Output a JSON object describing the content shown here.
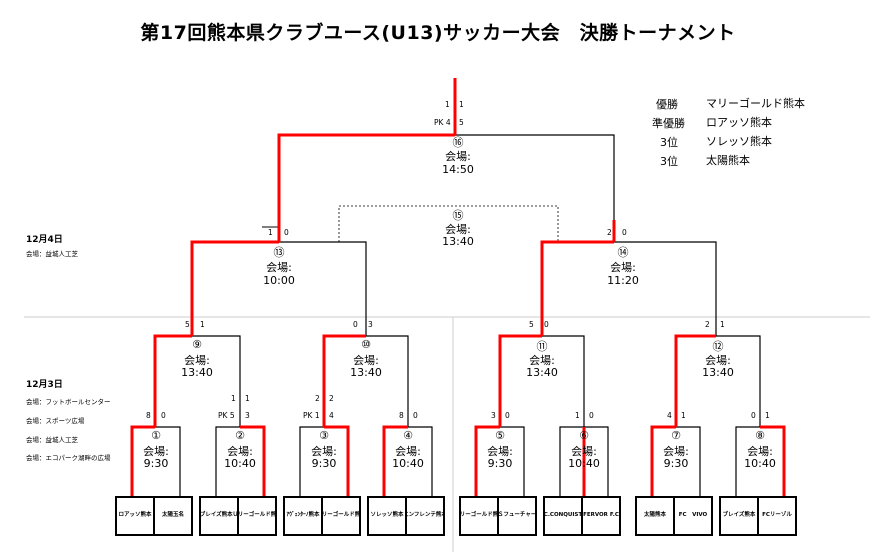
{
  "title": "第17回熊本県クラブユース(U13)サッカー大会　決勝トーナメント",
  "results": [
    {
      "rank": "優勝",
      "team": "マリーゴールド熊本"
    },
    {
      "rank": "準優勝",
      "team": "ロアッソ熊本"
    },
    {
      "rank": "3位",
      "team": "ソレッソ熊本"
    },
    {
      "rank": "3位",
      "team": "太陽熊本"
    }
  ],
  "day2": {
    "date": "12月4日",
    "venue": "会場：益城人工芝"
  },
  "day1": {
    "date": "12月3日",
    "venues": [
      "会場：フットボールセンター",
      "会場：スポーツ広場",
      "会場：益城人工芝",
      "会場：エコパーク湖畔の広場"
    ]
  },
  "venue_label": "会場:",
  "matches": [
    {
      "num": "①",
      "time": "9:30"
    },
    {
      "num": "②",
      "time": "10:40"
    },
    {
      "num": "③",
      "time": "9:30"
    },
    {
      "num": "④",
      "time": "10:40"
    },
    {
      "num": "⑤",
      "time": "9:30"
    },
    {
      "num": "⑥",
      "time": "10:40"
    },
    {
      "num": "⑦",
      "time": "9:30"
    },
    {
      "num": "⑧",
      "time": "10:40"
    },
    {
      "num": "⑨",
      "time": "13:40"
    },
    {
      "num": "⑩",
      "time": "13:40"
    },
    {
      "num": "⑪",
      "time": "13:40"
    },
    {
      "num": "⑫",
      "time": "13:40"
    },
    {
      "num": "⑬",
      "time": "10:00"
    },
    {
      "num": "⑭",
      "time": "11:20"
    },
    {
      "num": "⑮",
      "time": "13:40"
    },
    {
      "num": "⑯",
      "time": "14:50"
    }
  ],
  "scores": {
    "m1": [
      "8",
      "0"
    ],
    "m2": [
      "1",
      "1"
    ],
    "m2_pk": [
      "PK 5",
      "3"
    ],
    "m3": [
      "2",
      "2"
    ],
    "m3_pk": [
      "PK 1",
      "4"
    ],
    "m4": [
      "8",
      "0"
    ],
    "m5": [
      "3",
      "0"
    ],
    "m6": [
      "1",
      "0"
    ],
    "m7": [
      "4",
      "1"
    ],
    "m8": [
      "0",
      "1"
    ],
    "m9": [
      "5",
      "1"
    ],
    "m10": [
      "0",
      "3"
    ],
    "m11": [
      "5",
      "0"
    ],
    "m12": [
      "2",
      "1"
    ],
    "m13": [
      "1",
      "0"
    ],
    "m14": [
      "2",
      "0"
    ],
    "m16": [
      "1",
      "1"
    ],
    "m16_pk": [
      "PK 4",
      "5"
    ]
  },
  "teams": [
    "ロアッソ熊本",
    "太陽玉名",
    "ブレイズ熊本Ｕ",
    "マリーゴールド熊本",
    "ｱｳﾞｪﾝﾀｰﾉ熊本",
    "マリーゴールド熊本",
    "ソレッソ熊本",
    "エンフレンテ熊本",
    "マリーゴールド熊本",
    "ＡＳフューチャーズ",
    "FC.CONQUISTA",
    "FERVOR F.C",
    "太陽熊本",
    "FC　VIVO",
    "ブレイズ熊本",
    "FCリーゾル"
  ],
  "colors": {
    "winner_path": "#ff0000",
    "line": "#000000"
  }
}
